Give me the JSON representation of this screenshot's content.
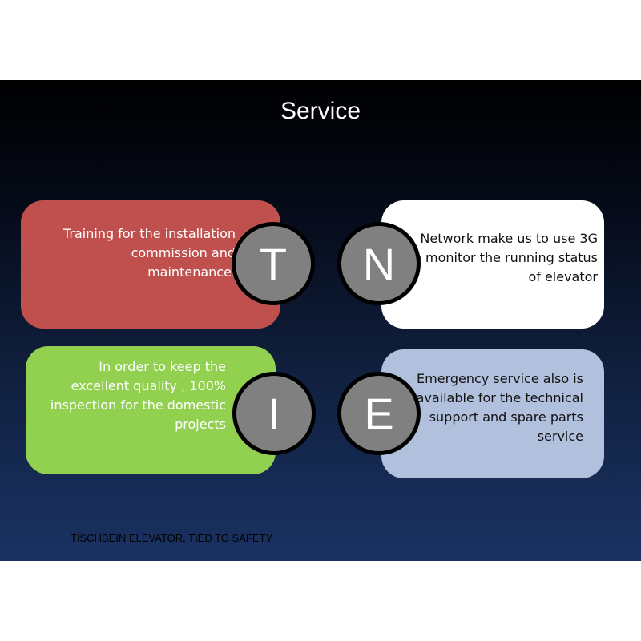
{
  "slide": {
    "title": "Service",
    "quadrants": [
      {
        "letter": "T",
        "text": "Training  for the  installation commission and maintenance.",
        "color": "#c0504d"
      },
      {
        "letter": "N",
        "text": "Network make us to use 3G to monitor the running status of elevator",
        "color": "#ffffff"
      },
      {
        "letter": "I",
        "text": "In order to keep the excellent quality , 100% inspection for the domestic projects",
        "color": "#92d050"
      },
      {
        "letter": "E",
        "text": "Emergency service also is available  for the technical support and spare parts service",
        "color": "#b1c0dc"
      }
    ],
    "footer": "TISCHBEIN ELEVATOR, TIED TO SAFETY"
  }
}
